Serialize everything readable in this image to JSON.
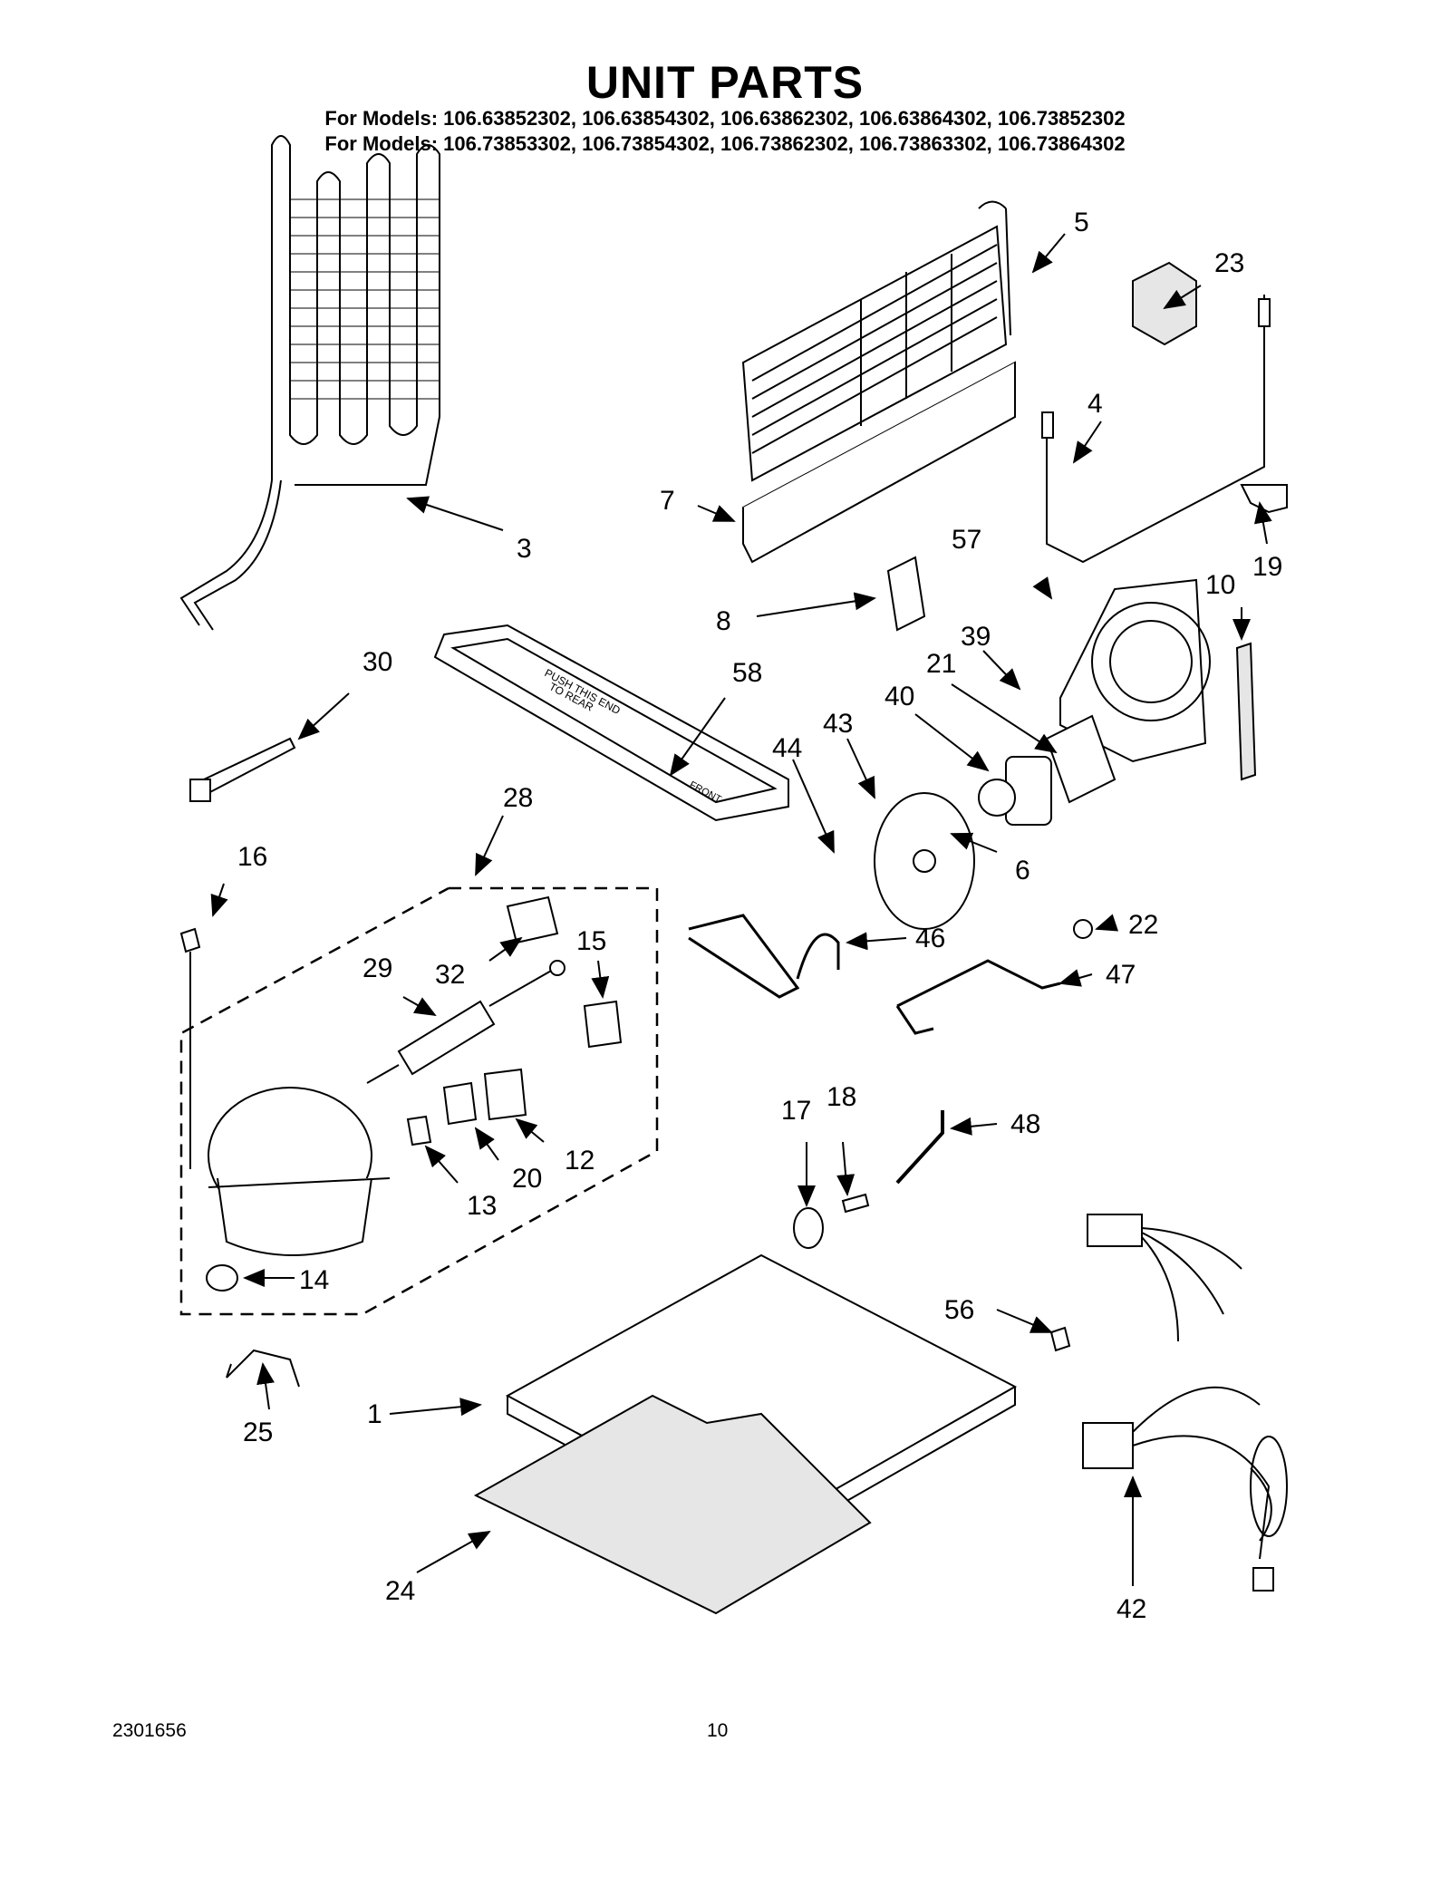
{
  "header": {
    "title": "UNIT PARTS",
    "models_line_1": "For Models: 106.63852302, 106.63854302, 106.63862302, 106.63864302, 106.73852302",
    "models_line_2": "For Models: 106.73853302, 106.73854302, 106.73862302, 106.73863302, 106.73864302"
  },
  "callouts": {
    "p1": "1",
    "p3": "3",
    "p4": "4",
    "p5": "5",
    "p6": "6",
    "p7": "7",
    "p8": "8",
    "p10": "10",
    "p12": "12",
    "p13": "13",
    "p14": "14",
    "p15": "15",
    "p16": "16",
    "p17": "17",
    "p18": "18",
    "p19": "19",
    "p20": "20",
    "p21": "21",
    "p22": "22",
    "p23": "23",
    "p24": "24",
    "p25": "25",
    "p28": "28",
    "p29": "29",
    "p30": "30",
    "p32": "32",
    "p39": "39",
    "p40": "40",
    "p42": "42",
    "p43": "43",
    "p44": "44",
    "p46": "46",
    "p47": "47",
    "p48": "48",
    "p56": "56",
    "p57": "57",
    "p58": "58"
  },
  "part_labels": {
    "tray_text_1": "PUSH THIS END",
    "tray_text_2": "TO REAR",
    "tray_front": "FRONT"
  },
  "footer": {
    "doc_number": "2301656",
    "page_number": "10"
  }
}
